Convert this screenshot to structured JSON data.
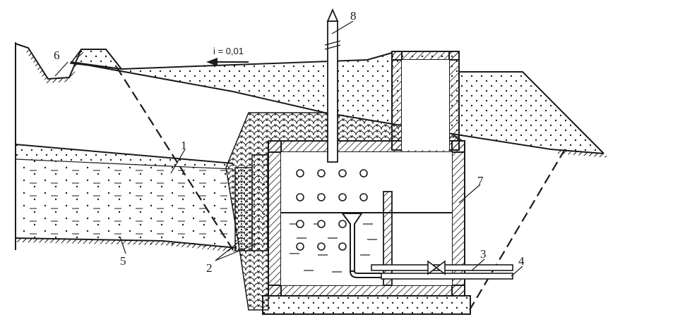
{
  "diagram": {
    "slope_label": "i = 0,01",
    "labels": {
      "l1": "1",
      "l2": "2",
      "l3": "3",
      "l4": "4",
      "l5": "5",
      "l6": "6",
      "l7": "7",
      "l8": "8"
    }
  },
  "colors": {
    "ink": "#1a1a1a",
    "paper": "#ffffff"
  }
}
